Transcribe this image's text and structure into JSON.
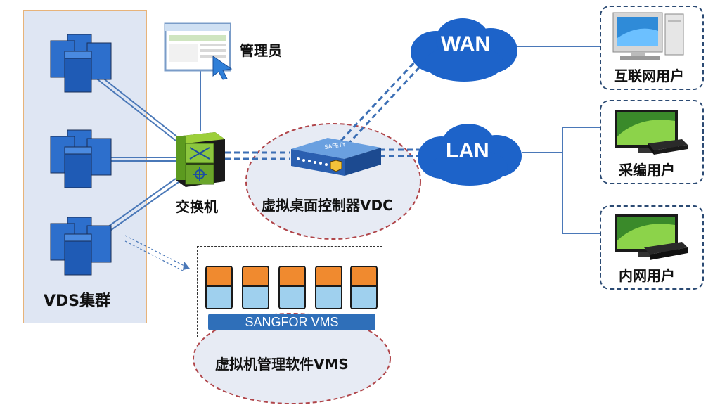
{
  "nodes": {
    "admin_label": "管理员",
    "switch_label": "交换机",
    "vdc_label": "虚拟桌面控制器VDC",
    "cluster_label": "VDS集群",
    "vms_label": "虚拟机管理软件VMS",
    "vms_bar_text": "SANGFOR VMS",
    "wan_label": "WAN",
    "lan_label": "LAN",
    "internet_user_label": "互联网用户",
    "editor_user_label": "采编用户",
    "intranet_user_label": "内网用户",
    "device_text": "SAFETY",
    "browser_title": "Server"
  },
  "colors": {
    "cloud_blue": "#1d63c9",
    "link_blue": "#3c6fb5",
    "vm_orange": "#f08a2f",
    "vm_light_blue": "#9fd0ee",
    "dashed_ellipse": "#b0454a"
  },
  "icons": [
    "server-icon",
    "switch-icon",
    "admin-browser-icon",
    "controller-device-icon",
    "cloud-icon",
    "desktop-computer-icon",
    "thin-client-monitor-icon"
  ]
}
